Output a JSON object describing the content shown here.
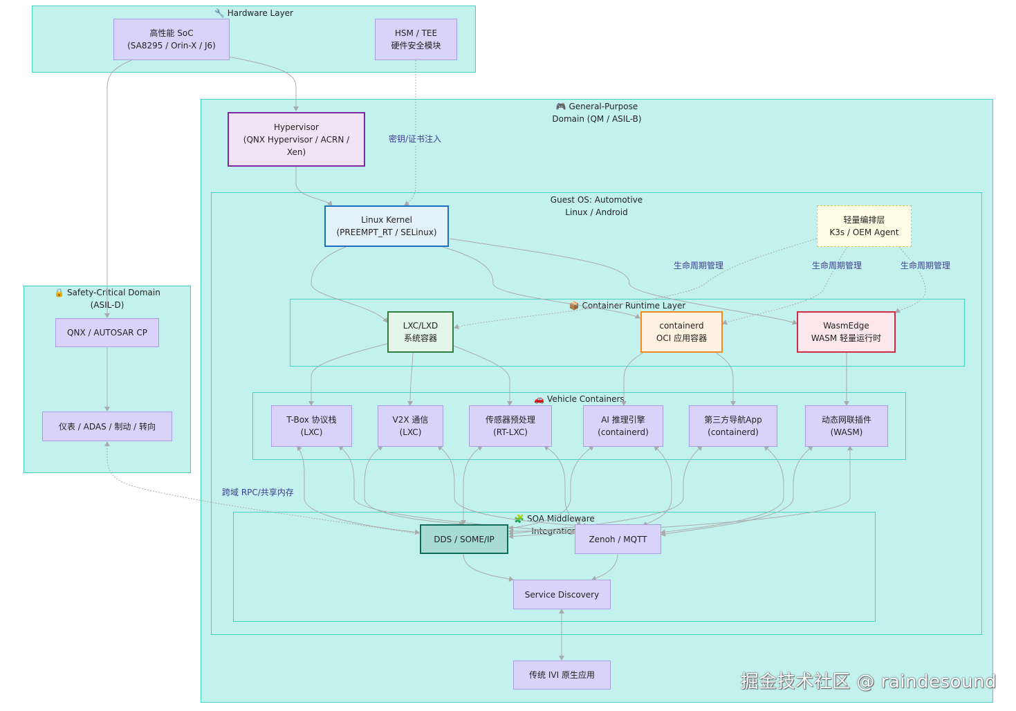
{
  "clusters": {
    "hardware": "🔧 Hardware Layer",
    "general": "🎮 General-Purpose\nDomain (QM / ASIL-B)",
    "guest": "Guest OS: Automotive\nLinux / Android",
    "runtime": "📦 Container Runtime Layer",
    "vehicle": "🚗 Vehicle Containers",
    "soa": "🧩 SOA Middleware\nIntegration",
    "safety": "🔒 Safety-Critical Domain\n(ASIL-D)"
  },
  "nodes": {
    "soc": "高性能 SoC\n(SA8295 / Orin-X / J6)",
    "hsm": "HSM / TEE\n硬件安全模块",
    "hypervisor": "Hypervisor\n(QNX Hypervisor / ACRN /\nXen)",
    "kernel": "Linux Kernel\n(PREEMPT_RT / SELinux)",
    "k3s": "轻量编排层\nK3s / OEM Agent",
    "lxc": "LXC/LXD\n系统容器",
    "containerd": "containerd\nOCI 应用容器",
    "wasmedge": "WasmEdge\nWASM 轻量运行时",
    "tbox": "T-Box 协议栈\n(LXC)",
    "v2x": "V2X 通信\n(LXC)",
    "sensor": "传感器预处理\n(RT-LXC)",
    "ai": "AI 推理引擎\n(containerd)",
    "nav": "第三方导航App\n(containerd)",
    "plugin": "动态网联插件\n(WASM)",
    "dds": "DDS / SOME/IP",
    "zenoh": "Zenoh / MQTT",
    "discovery": "Service Discovery",
    "ivi": "传统 IVI 原生应用",
    "qnx": "QNX / AUTOSAR CP",
    "cluster_apps": "仪表 / ADAS / 制动 / 转向"
  },
  "edge_labels": {
    "key_inject": "密钥/证书注入",
    "lifecycle_1": "生命周期管理",
    "lifecycle_2": "生命周期管理",
    "lifecycle_3": "生命周期管理",
    "cross_domain": "跨域 RPC/共享内存"
  },
  "watermark": "掘金技术社区 @ raindesound"
}
